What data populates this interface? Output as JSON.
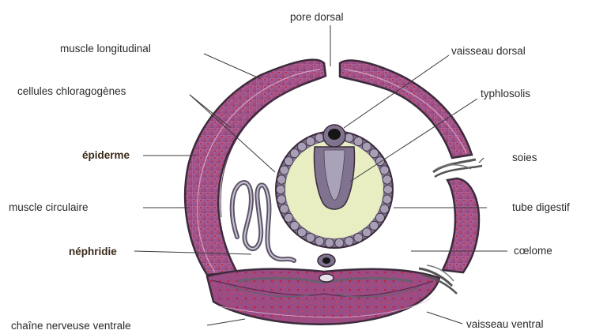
{
  "diagram": {
    "labels": {
      "pore_dorsal": "pore dorsal",
      "muscle_longitudinal": "muscle longitudinal",
      "cellules_chloragogenes": "cellules chloragogènes",
      "epiderme": "épiderme",
      "muscle_circulaire": "muscle circulaire",
      "nephridie": "néphridie",
      "chaine_nerveuse_ventrale": "chaîne nerveuse ventrale",
      "vaisseau_dorsal": "vaisseau dorsal",
      "typhlosolis": "typhlosolis",
      "soies": "soies",
      "tube_digestif": "tube digestif",
      "coelome": "cœlome",
      "vaisseau_ventral": "vaisseau ventral"
    },
    "colors": {
      "muscle_band": "#9c4f86",
      "muscle_band_light": "#c27aae",
      "outline": "#3b2b3b",
      "dots": "#c0283a",
      "gut_fill": "#e8eec2",
      "gut_cells": "#7f7390",
      "coelome_bg": "#ffffff"
    }
  }
}
